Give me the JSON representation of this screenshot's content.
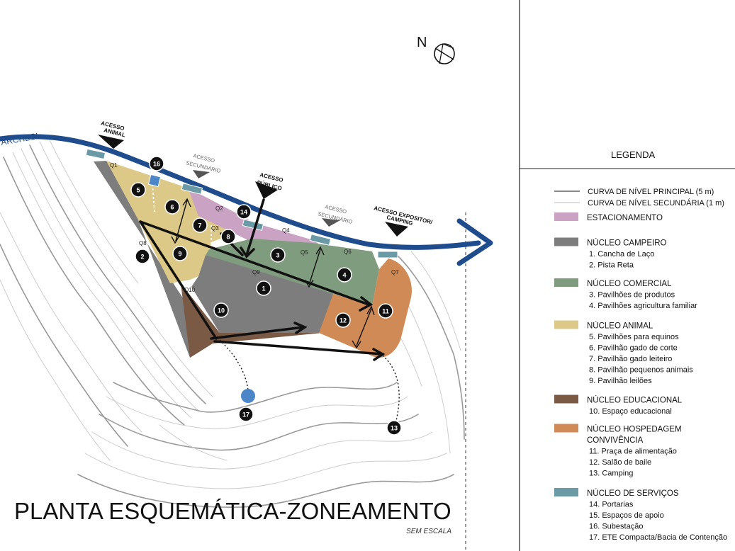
{
  "road": {
    "name": "ARCHESI"
  },
  "accesses": {
    "animal": [
      "ACESSO",
      "ANIMAL"
    ],
    "secondary": [
      "ACESSO",
      "SECUNDÁRIO"
    ],
    "public": [
      "ACESSO",
      "PÚBLICO"
    ],
    "expositor": [
      "ACESSO EXPOSITOR/",
      "CAMPING"
    ]
  },
  "north": {
    "label": "N"
  },
  "blocks": [
    "Q1",
    "Q2",
    "Q3",
    "Q4",
    "Q5",
    "Q6",
    "Q7",
    "Q8",
    "Q9",
    "Q10"
  ],
  "numbers": [
    "1",
    "2",
    "3",
    "4",
    "5",
    "6",
    "7",
    "8",
    "9",
    "10",
    "11",
    "12",
    "13",
    "14",
    "16",
    "17"
  ],
  "title": "PLANTA ESQUEMÁTICA-ZONEAMENTO",
  "subtitle": "SEM ESCALA",
  "legend": {
    "heading": "LEGENDA",
    "lines": [
      {
        "label": "CURVA DE NÍVEL PRINCIPAL (5 m)",
        "color": "#888888"
      },
      {
        "label": "CURVA DE NÍVEL SECUNDÁRIA (1 m)",
        "color": "#bbbbbb"
      }
    ],
    "groups": [
      {
        "title": [
          "ESTACIONAMENTO"
        ],
        "color": "#c9a2c4",
        "items": []
      },
      {
        "title": [
          "NÚCLEO CAMPEIRO"
        ],
        "color": "#7d7d7d",
        "items": [
          "1. Cancha de Laço",
          "2.  Pista Reta"
        ]
      },
      {
        "title": [
          "NÚCLEO COMERCIAL"
        ],
        "color": "#809c7f",
        "items": [
          "3. Pavilhões de produtos",
          "4. Pavilhões agricultura familiar"
        ]
      },
      {
        "title": [
          "NÚCLEO ANIMAL"
        ],
        "color": "#dcc987",
        "items": [
          "5. Pavilhões para equinos",
          "6. Pavilhão gado de corte",
          "7. Pavilhão gado leiteiro",
          "8. Pavilhão pequenos animais",
          "9. Pavilhão leilões"
        ]
      },
      {
        "title": [
          "NÚCLEO EDUCACIONAL"
        ],
        "color": "#7b5a45",
        "items": [
          "10. Espaço educacional"
        ]
      },
      {
        "title": [
          "NÚCLEO HOSPEDAGEM",
          "CONVIVÊNCIA"
        ],
        "color": "#d08a56",
        "items": [
          "11. Praça de alimentação",
          "12. Salão de baile",
          "13. Camping"
        ]
      },
      {
        "title": [
          "NÚCLEO DE SERVIÇOS"
        ],
        "color": "#6a9aa6",
        "items": [
          "14. Portarias",
          "15. Espaços de apoio",
          "16. Subestação",
          "17. ETE Compacta/Bacia de Contenção"
        ]
      }
    ]
  },
  "colors": {
    "road": "#1f4c8c",
    "campeiro": "#7d7d7d",
    "comercial": "#809c7f",
    "animal": "#dcc987",
    "educacional": "#7b5a45",
    "hospedagem": "#d08a56",
    "estacionamento": "#c9a2c4",
    "servicos": "#6a9aa6",
    "ete": "#4a86c8"
  }
}
